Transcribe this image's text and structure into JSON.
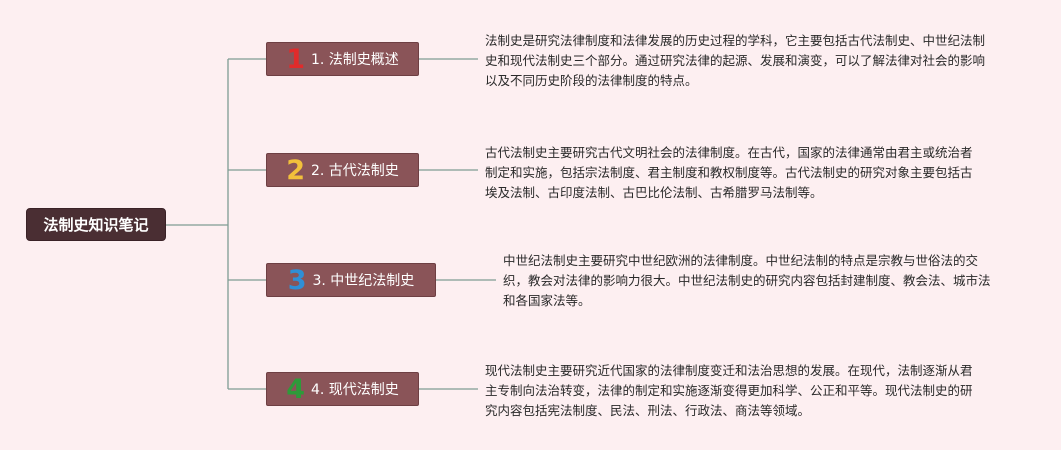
{
  "root": {
    "label": "法制史知识笔记"
  },
  "branches": [
    {
      "number": "1",
      "number_color": "#e02b2b",
      "label": "1. 法制史概述",
      "text": "法制史是研究法律制度和法律发展的历史过程的学科，它主要包括古代法制史、中世纪法制史和现代法制史三个部分。通过研究法律的起源、发展和演变，可以了解法律对社会的影响以及不同历史阶段的法律制度的特点。"
    },
    {
      "number": "2",
      "number_color": "#f2c03b",
      "label": "2. 古代法制史",
      "text": "古代法制史主要研究古代文明社会的法律制度。在古代，国家的法律通常由君主或统治者制定和实施，包括宗法制度、君主制度和教权制度等。古代法制史的研究对象主要包括古埃及法制、古印度法制、古巴比伦法制、古希腊罗马法制等。"
    },
    {
      "number": "3",
      "number_color": "#2f8fd6",
      "label": "3. 中世纪法制史",
      "text": "中世纪法制史主要研究中世纪欧洲的法律制度。中世纪法制的特点是宗教与世俗法的交织，教会对法律的影响力很大。中世纪法制史的研究内容包括封建制度、教会法、城市法和各国家法等。"
    },
    {
      "number": "4",
      "number_color": "#2e9a3a",
      "label": "4. 现代法制史",
      "text": "现代法制史主要研究近代国家的法律制度变迁和法治思想的发展。在现代，法制逐渐从君主专制向法治转变，法律的制定和实施逐渐变得更加科学、公正和平等。现代法制史的研究内容包括宪法制度、民法、刑法、行政法、商法等领域。"
    }
  ],
  "colors": {
    "background": "#fdeff1",
    "root_fill": "#4a2e33",
    "branch_fill": "#8a5458",
    "connector": "#7f9c94"
  }
}
